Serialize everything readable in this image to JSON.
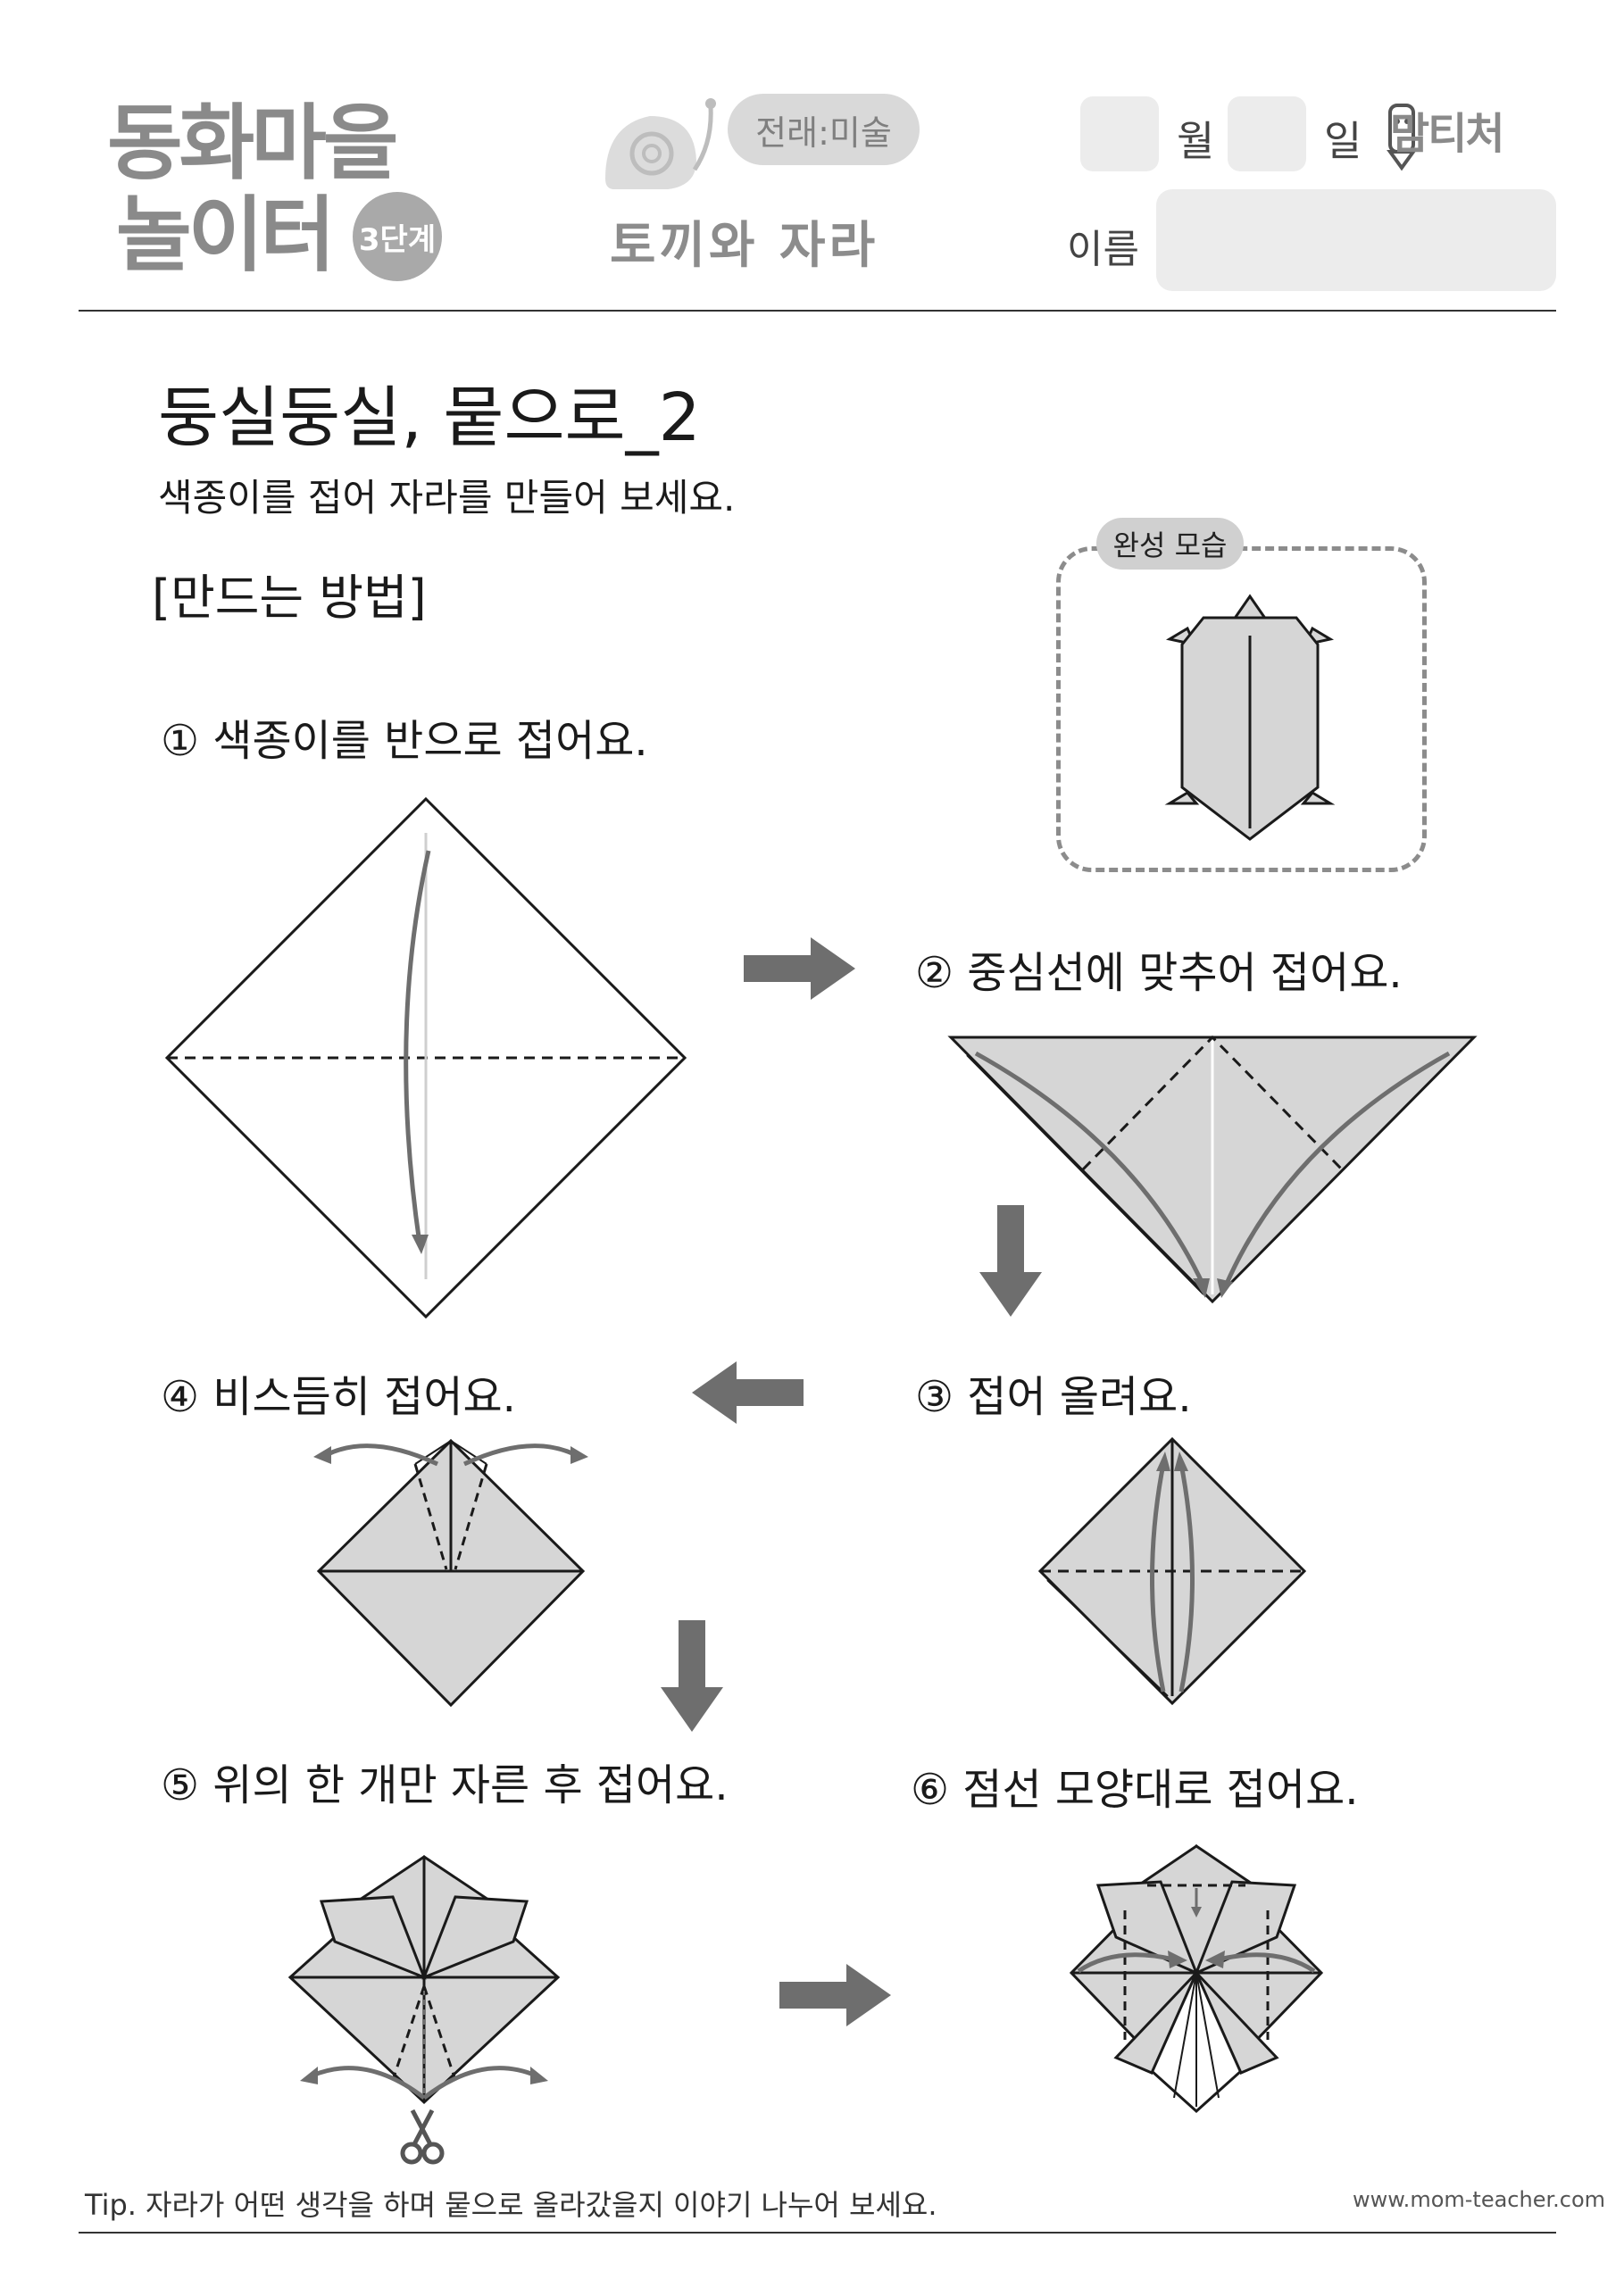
{
  "header": {
    "logo_line1": "동화마을",
    "logo_line2": "놀이터",
    "logo_level": "3단계",
    "subject": "전래:미술",
    "story_title": "토끼와 자라",
    "month_label": "월",
    "day_label": "일",
    "name_label": "이름",
    "brand": "맘티처"
  },
  "content": {
    "title": "둥실둥실, 뭍으로_2",
    "subtitle": "색종이를 접어 자라를 만들어 보세요.",
    "method_heading": "[만드는 방법]",
    "finished_label": "완성 모습",
    "steps": [
      "① 색종이를 반으로 접어요.",
      "② 중심선에 맞추어 접어요.",
      "③  접어 올려요.",
      "④ 비스듬히 접어요.",
      "⑤ 위의 한 개만 자른 후 접어요.",
      "⑥ 점선 모양대로 접어요."
    ]
  },
  "footer": {
    "tip": "Tip. 자라가 어떤 생각을 하며 뭍으로 올라갔을지 이야기 나누어 보세요.",
    "url": "www.mom-teacher.com"
  },
  "colors": {
    "paper_fill": "#d6d6d6",
    "line": "#1a1a1a",
    "arrow": "#6e6e6e",
    "logo_gray": "#8a8a8a"
  }
}
